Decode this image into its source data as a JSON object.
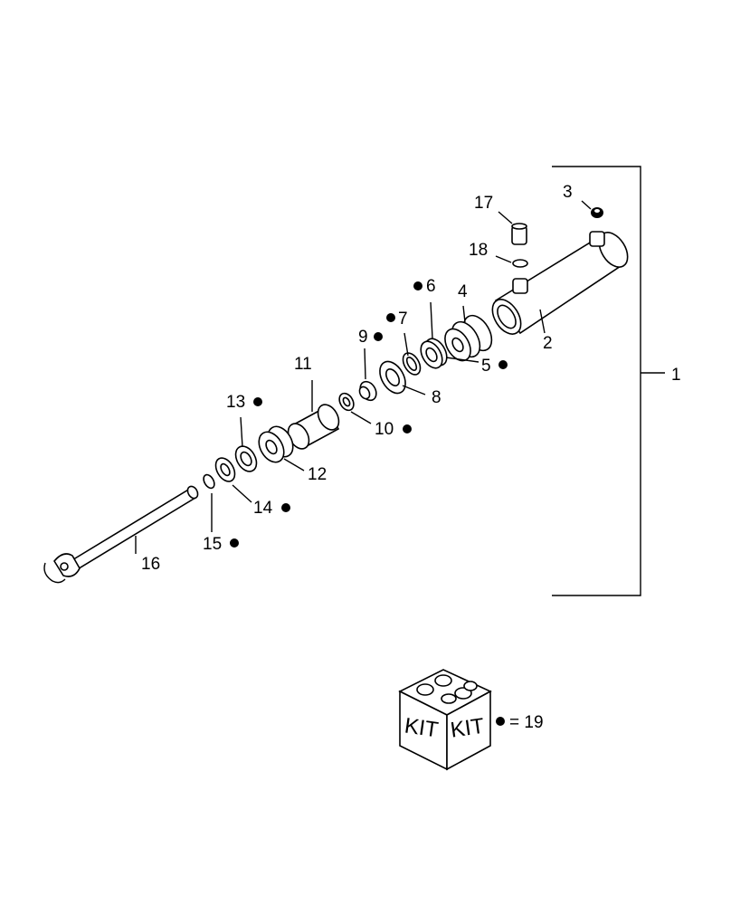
{
  "callouts": {
    "c1": "1",
    "c2": "2",
    "c3": "3",
    "c4": "4",
    "c5": "5",
    "c6": "6",
    "c7": "7",
    "c8": "8",
    "c9": "9",
    "c10": "10",
    "c11": "11",
    "c12": "12",
    "c13": "13",
    "c14": "14",
    "c15": "15",
    "c16": "16",
    "c17": "17",
    "c18": "18"
  },
  "kit": {
    "face_left": "KIT",
    "face_right": "KIT",
    "legend": "= 19"
  }
}
